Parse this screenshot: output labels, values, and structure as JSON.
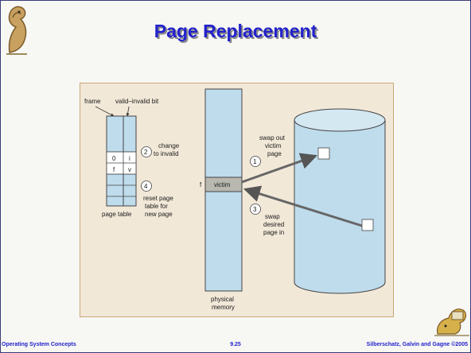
{
  "slide": {
    "title": "Page Replacement",
    "footer_left": "Operating System Concepts",
    "footer_center": "9.25",
    "footer_right": "Silberschatz, Galvin and Gagne ©2005"
  },
  "diagram": {
    "label_frame": "frame",
    "label_valid_invalid": "valid–invalid bit",
    "cell_frame_1": "0",
    "cell_bit_1": "i",
    "cell_frame_2": "f",
    "cell_bit_2": "v",
    "label_page_table": "page table",
    "step1_num": "1",
    "step1_line1": "swap out",
    "step1_line2": "victim",
    "step1_line3": "page",
    "step2_num": "2",
    "step2_line1": "change",
    "step2_line2": "to invalid",
    "step3_num": "3",
    "step3_line1": "swap",
    "step3_line2": "desired",
    "step3_line3": "page in",
    "step4_num": "4",
    "step4_line1": "reset page",
    "step4_line2": "table for",
    "step4_line3": "new page",
    "label_f": "f",
    "label_victim": "victim",
    "label_physical1": "physical",
    "label_physical2": "memory"
  },
  "colors": {
    "title": "#2222cc",
    "memory_fill": "#bfdcec",
    "victim_fill": "#b8b8b0",
    "panel": "#f2e8d8"
  }
}
